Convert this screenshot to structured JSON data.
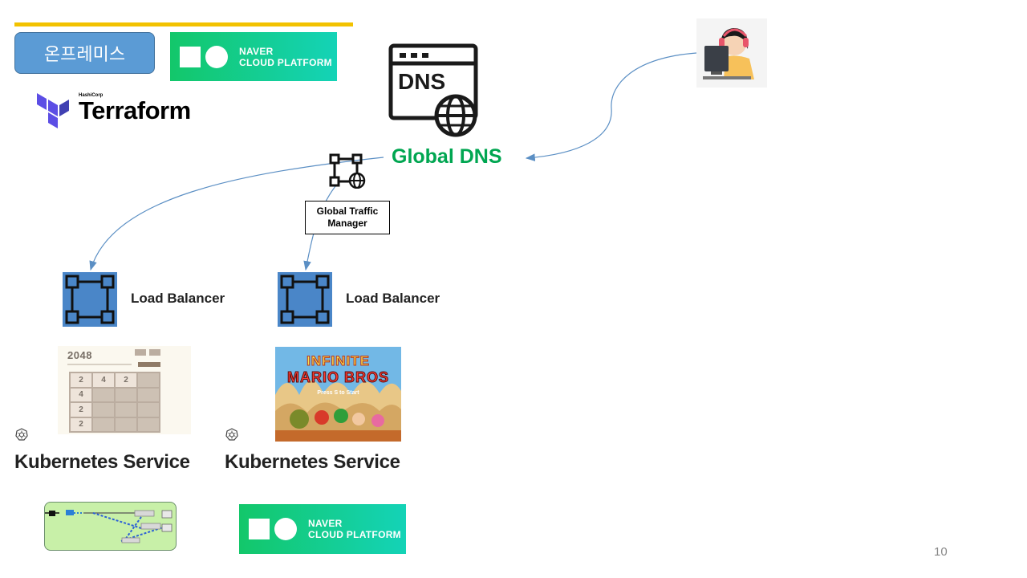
{
  "onprem_label": "온프레미스",
  "ncp_logo": {
    "line1": "NAVER",
    "line2": "CLOUD PLATFORM"
  },
  "terraform": {
    "brand": "HashiCorp",
    "name": "Terraform"
  },
  "dns_icon_text": "DNS",
  "global_dns": "Global DNS",
  "gtm": {
    "line1": "Global Traffic",
    "line2": "Manager"
  },
  "load_balancers": [
    {
      "label": "Load Balancer"
    },
    {
      "label": "Load Balancer"
    }
  ],
  "game_2048": {
    "title": "2048",
    "tiles": [
      "2",
      "4",
      "2",
      "",
      "4",
      "",
      "",
      "",
      "2",
      "",
      "",
      "",
      "2",
      "",
      "",
      ""
    ]
  },
  "mario": {
    "title_line1": "INFINITE",
    "title_line2": "MARIO BROS",
    "subtitle": "Press S to Start"
  },
  "k8s_services": [
    {
      "label": "Kubernetes Service"
    },
    {
      "label": "Kubernetes Service"
    }
  ],
  "page_number": "10",
  "colors": {
    "accent_bar": "#f2c200",
    "dns_green": "#00a651",
    "lb_blue": "#4a86c8",
    "arrow": "#5b8fc4",
    "onprem_blue": "#5b9bd5"
  }
}
